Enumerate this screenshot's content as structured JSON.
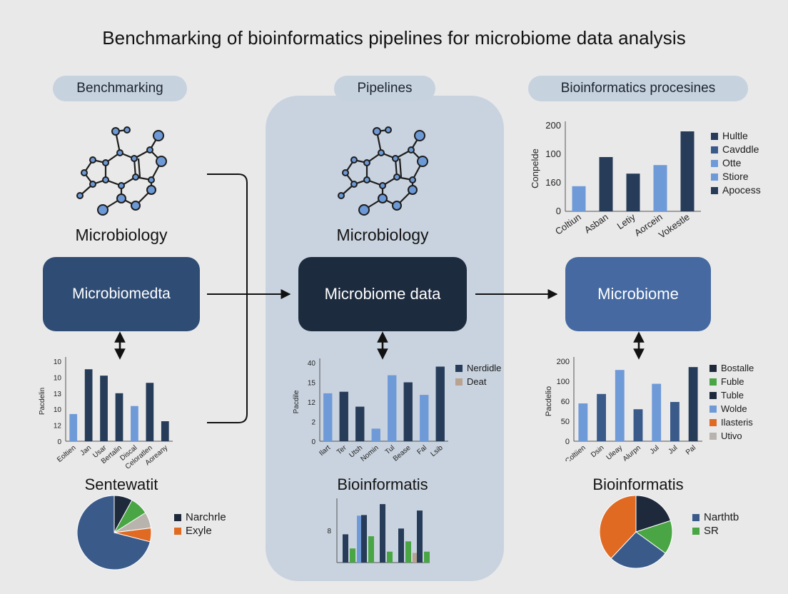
{
  "title": "Benchmarking of bioinformatics pipelines for microbiome data analysis",
  "columns": [
    {
      "header": "Benchmarking",
      "molecule_label": "Microbiology",
      "box_label": "Microbiomedta",
      "bottom_label": "Sentewatit"
    },
    {
      "header": "Pipelines",
      "molecule_label": "Microbiology",
      "box_label": "Microbiome data",
      "bottom_label": "Bioinformatis"
    },
    {
      "header": "Bioinformatics procesines",
      "box_label": "Microbiome",
      "bottom_label": "Bioinformatis"
    }
  ],
  "colors": {
    "dark": "#263c58",
    "mid": "#3a5b8a",
    "light": "#6f9ad8",
    "navy": "#1e2a3c",
    "green": "#4aa544",
    "orange": "#e06a22",
    "gray": "#b8b3ad",
    "tan": "#b9a28f"
  },
  "chart_data": [
    {
      "id": "top-right-bar",
      "type": "bar",
      "ylabel": "Conpelde",
      "yticks": [
        "200",
        "100",
        "160",
        "0"
      ],
      "categories": [
        "Coltiun",
        "Asban",
        "Letiy",
        "Aorcein",
        "Vokestle"
      ],
      "values": [
        88,
        190,
        132,
        162,
        280
      ],
      "ymax": 300,
      "bar_colors": [
        "light",
        "dark",
        "dark",
        "light",
        "dark"
      ],
      "legend": [
        {
          "label": "Hultle",
          "color": "dark"
        },
        {
          "label": "Cavddle",
          "color": "mid"
        },
        {
          "label": "Otte",
          "color": "light"
        },
        {
          "label": "Stiore",
          "color": "light"
        },
        {
          "label": "Apocess",
          "color": "dark"
        }
      ]
    },
    {
      "id": "left-bar",
      "type": "bar",
      "ylabel": "Pacdelin",
      "yticks": [
        "10",
        "10",
        "13",
        "10",
        "12",
        "0"
      ],
      "categories": [
        "Eoltien",
        "Jan",
        "Usar",
        "Bertalin",
        "Discal",
        "Celoratlen",
        "Aoreany"
      ],
      "values": [
        34,
        90,
        82,
        60,
        44,
        73,
        25
      ],
      "ymax": 100,
      "bar_colors": [
        "light",
        "dark",
        "dark",
        "dark",
        "light",
        "dark",
        "dark"
      ]
    },
    {
      "id": "middle-bar",
      "type": "bar",
      "ylabel": "Pacdile",
      "yticks": [
        "40",
        "15",
        "12",
        "2",
        "0"
      ],
      "categories": [
        "Ilart",
        "Ter",
        "Utsh",
        "Nomin",
        "Tul",
        "Bease",
        "Fal",
        "Lsib"
      ],
      "values": [
        61,
        63,
        44,
        16,
        84,
        75,
        59,
        95
      ],
      "ymax": 100,
      "bar_colors": [
        "light",
        "dark",
        "dark",
        "light",
        "light",
        "dark",
        "light",
        "dark"
      ],
      "legend": [
        {
          "label": "Nerdidle",
          "color": "dark"
        },
        {
          "label": "Deat",
          "color": "tan"
        }
      ]
    },
    {
      "id": "right-bar",
      "type": "bar",
      "ylabel": "Pacdelio",
      "yticks": [
        "200",
        "100",
        "60",
        "50",
        "0"
      ],
      "categories": [
        "Coltiien",
        "Dsin",
        "Uleay",
        "Alurpn",
        "Jul",
        "Jul",
        "Pal"
      ],
      "values": [
        52,
        65,
        98,
        44,
        79,
        54,
        102
      ],
      "ymax": 110,
      "bar_colors": [
        "light",
        "mid",
        "light",
        "mid",
        "light",
        "mid",
        "dark"
      ],
      "legend": [
        {
          "label": "Bostalle",
          "color": "navy"
        },
        {
          "label": "Fuble",
          "color": "green"
        },
        {
          "label": "Tuble",
          "color": "navy"
        },
        {
          "label": "Wolde",
          "color": "light"
        },
        {
          "label": "Ilasteris",
          "color": "orange"
        },
        {
          "label": "Utivo",
          "color": "gray"
        }
      ]
    },
    {
      "id": "left-pie",
      "type": "pie",
      "slices": [
        {
          "value": 8,
          "color": "navy"
        },
        {
          "value": 8,
          "color": "green"
        },
        {
          "value": 7,
          "color": "gray"
        },
        {
          "value": 6,
          "color": "orange"
        },
        {
          "value": 71,
          "color": "mid"
        }
      ],
      "legend": [
        {
          "label": "Narchrle",
          "color": "navy"
        },
        {
          "label": "Exyle",
          "color": "orange"
        }
      ]
    },
    {
      "id": "middle-small-bar",
      "type": "bar",
      "yticks": [
        "8"
      ],
      "series": [
        {
          "values": [
            44,
            74,
            91,
            53,
            81
          ],
          "color": "dark"
        },
        {
          "values": [
            22,
            41,
            17,
            33,
            17
          ],
          "color": "green"
        },
        {
          "values": [
            73,
            0,
            0,
            0,
            0
          ],
          "color": "light"
        },
        {
          "values": [
            0,
            0,
            0,
            15,
            0
          ],
          "color": "tan"
        }
      ],
      "ymax": 100
    },
    {
      "id": "right-pie",
      "type": "pie",
      "slices": [
        {
          "value": 20,
          "color": "navy"
        },
        {
          "value": 15,
          "color": "green"
        },
        {
          "value": 27,
          "color": "mid"
        },
        {
          "value": 38,
          "color": "orange"
        }
      ],
      "legend": [
        {
          "label": "Narthtb",
          "color": "mid"
        },
        {
          "label": "SR",
          "color": "green"
        }
      ]
    }
  ]
}
